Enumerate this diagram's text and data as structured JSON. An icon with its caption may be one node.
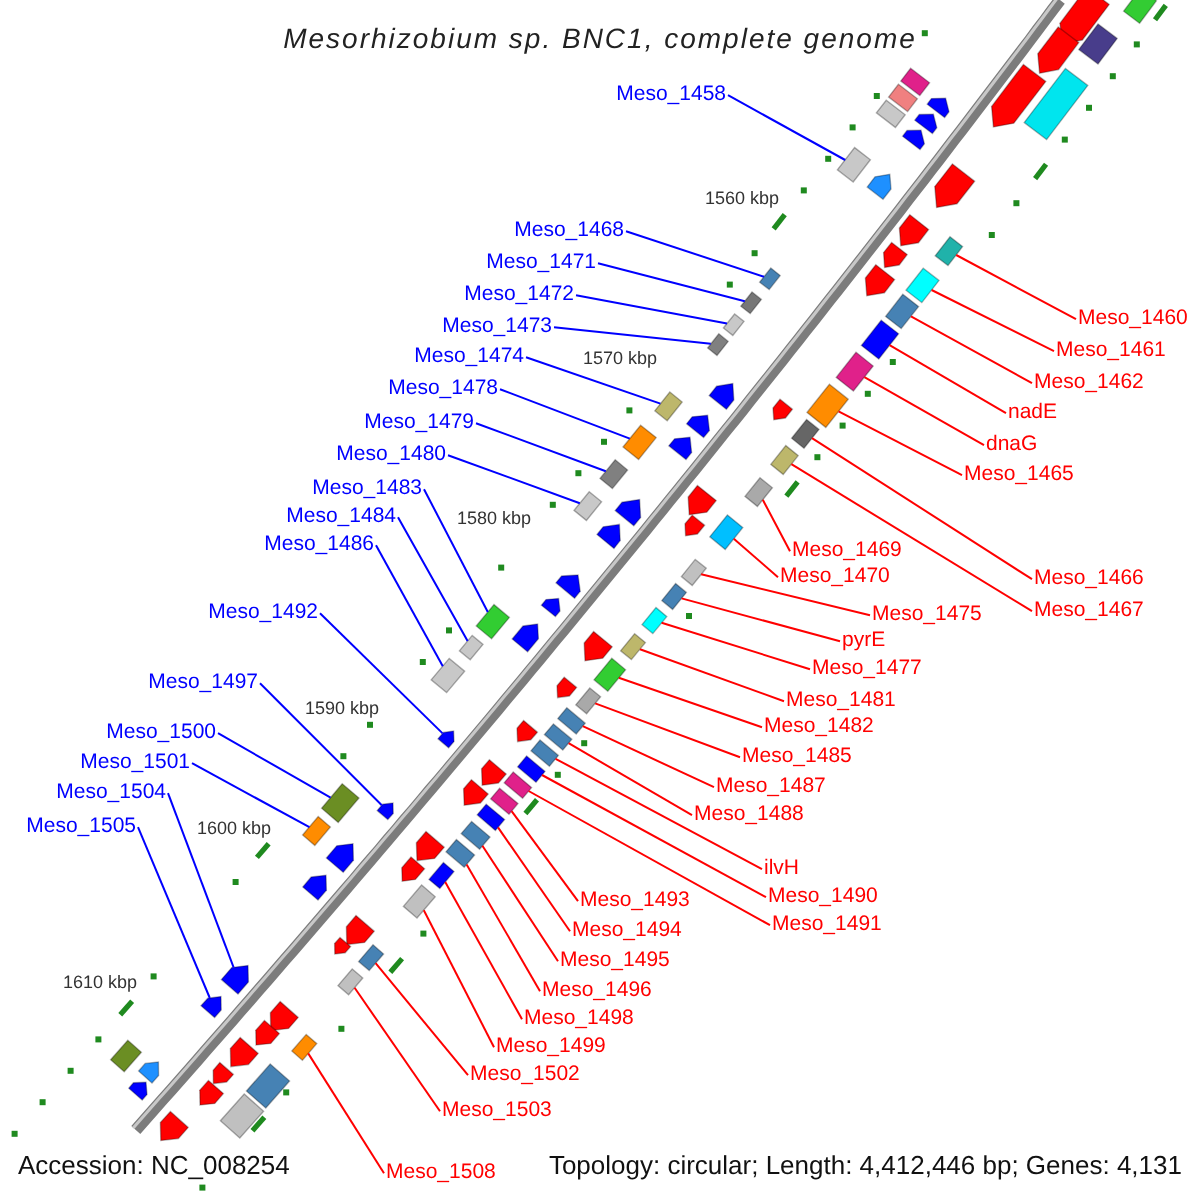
{
  "diagram": {
    "title": "Mesorhizobium sp. BNC1, complete genome",
    "nodes": [
      {
        "text": [
          "Meso_1458"
        ]
      },
      {
        "text": [
          "Meso_1468"
        ]
      },
      {
        "text": [
          "Meso_1471"
        ]
      },
      {
        "text": [
          "Meso_1472"
        ]
      },
      {
        "text": [
          "Meso_1473"
        ]
      },
      {
        "text": [
          "Meso_1474"
        ]
      },
      {
        "text": [
          "Meso_1478"
        ]
      },
      {
        "text": [
          "Meso_1479"
        ]
      },
      {
        "text": [
          "Meso_1480"
        ]
      },
      {
        "text": [
          "Meso_1483"
        ]
      },
      {
        "text": [
          "Meso_1484"
        ]
      },
      {
        "text": [
          "Meso_1486"
        ]
      },
      {
        "text": [
          "Meso_1492"
        ]
      },
      {
        "text": [
          "Meso_1497"
        ]
      },
      {
        "text": [
          "Meso_1500"
        ]
      },
      {
        "text": [
          "Meso_1501"
        ]
      },
      {
        "text": [
          "Meso_1504"
        ]
      },
      {
        "text": [
          "Meso_1505"
        ]
      },
      {
        "text": [
          "Meso_1460"
        ]
      },
      {
        "text": [
          "Meso_1461"
        ]
      },
      {
        "text": [
          "Meso_1462"
        ]
      },
      {
        "text": [
          "nadE"
        ]
      },
      {
        "text": [
          "dnaG"
        ]
      },
      {
        "text": [
          "Meso_1465"
        ]
      },
      {
        "text": [
          "Meso_1469"
        ]
      },
      {
        "text": [
          "Meso_1470"
        ]
      },
      {
        "text": [
          "Meso_1466"
        ]
      },
      {
        "text": [
          "Meso_1475"
        ]
      },
      {
        "text": [
          "Meso_1467"
        ]
      },
      {
        "text": [
          "pyrE"
        ]
      },
      {
        "text": [
          "Meso_1477"
        ]
      },
      {
        "text": [
          "Meso_1481"
        ]
      },
      {
        "text": [
          "Meso_1482"
        ]
      },
      {
        "text": [
          "Meso_1485"
        ]
      },
      {
        "text": [
          "Meso_1487"
        ]
      },
      {
        "text": [
          "Meso_1488"
        ]
      },
      {
        "text": [
          "Meso_1493"
        ]
      },
      {
        "text": [
          "ilvH"
        ]
      },
      {
        "text": [
          "Meso_1494"
        ]
      },
      {
        "text": [
          "Meso_1490"
        ]
      },
      {
        "text": [
          "Meso_1495"
        ]
      },
      {
        "text": [
          "Meso_1491"
        ]
      },
      {
        "text": [
          "Meso_1496"
        ]
      },
      {
        "text": [
          "Meso_1498"
        ]
      },
      {
        "text": [
          "Meso_1499"
        ]
      },
      {
        "text": [
          "Meso_1502"
        ]
      },
      {
        "text": [
          "Meso_1503"
        ]
      },
      {
        "text": [
          "Meso_1508"
        ]
      },
      {
        "text": [],
        "shape": "box"
      },
      {
        "text": [],
        "shape": "box"
      },
      {
        "text": [],
        "shape": "arrow"
      },
      {
        "text": [],
        "shape": "box"
      },
      {
        "text": [],
        "shape": "arrow"
      },
      {
        "text": [],
        "shape": "arrow"
      },
      {
        "text": [],
        "shape": "box"
      },
      {
        "text": [],
        "shape": "arrow"
      },
      {
        "text": [],
        "shape": "box"
      },
      {
        "text": [],
        "shape": "box"
      },
      {
        "text": [],
        "shape": "box"
      },
      {
        "text": [],
        "shape": "box"
      },
      {
        "text": [],
        "shape": "box"
      },
      {
        "text": [],
        "shape": "box"
      },
      {
        "text": [],
        "shape": "box"
      },
      {
        "text": [],
        "shape": "box"
      },
      {
        "text": [],
        "shape": "box"
      },
      {
        "text": [],
        "shape": "arrow"
      },
      {
        "text": [],
        "shape": "box"
      },
      {
        "text": [],
        "shape": "box"
      },
      {
        "text": [],
        "shape": "arrow"
      },
      {
        "text": [],
        "shape": "box"
      },
      {
        "text": [],
        "shape": "box"
      },
      {
        "text": [],
        "shape": "arrow"
      },
      {
        "text": [],
        "shape": "box"
      },
      {
        "text": [],
        "shape": "box"
      },
      {
        "text": [],
        "shape": "box"
      },
      {
        "text": [],
        "shape": "box"
      },
      {
        "text": [],
        "shape": "arrow"
      },
      {
        "text": [],
        "shape": "box"
      },
      {
        "text": [],
        "shape": "arrow"
      },
      {
        "text": [],
        "shape": "box"
      },
      {
        "text": [],
        "shape": "arrow"
      },
      {
        "text": [],
        "shape": "box"
      },
      {
        "text": [],
        "shape": "arrow"
      },
      {
        "text": [],
        "shape": "box"
      },
      {
        "text": [],
        "shape": "box"
      },
      {
        "text": [],
        "shape": "arrow"
      },
      {
        "text": [],
        "shape": "box"
      },
      {
        "text": [],
        "shape": "box"
      },
      {
        "text": [],
        "shape": "box"
      },
      {
        "text": [],
        "shape": "box"
      },
      {
        "text": [],
        "shape": "box"
      },
      {
        "text": [],
        "shape": "box"
      },
      {
        "text": [],
        "shape": "box"
      },
      {
        "text": [],
        "shape": "arrow"
      },
      {
        "text": [],
        "shape": "box"
      },
      {
        "text": [],
        "shape": "box"
      },
      {
        "text": [],
        "shape": "box"
      },
      {
        "text": [],
        "shape": "box"
      },
      {
        "text": [],
        "shape": "box"
      },
      {
        "text": [],
        "shape": "arrow"
      },
      {
        "text": [],
        "shape": "box"
      },
      {
        "text": [],
        "shape": "box"
      },
      {
        "text": [],
        "shape": "box"
      },
      {
        "text": [],
        "shape": "box"
      },
      {
        "text": [],
        "shape": "arrow"
      },
      {
        "text": [],
        "shape": "box"
      },
      {
        "text": [],
        "shape": "arrow"
      },
      {
        "text": [],
        "shape": "box"
      },
      {
        "text": [],
        "shape": "box"
      },
      {
        "text": [],
        "shape": "arrow"
      },
      {
        "text": [],
        "shape": "box"
      },
      {
        "text": [],
        "shape": "arrow"
      },
      {
        "text": [],
        "shape": "box"
      },
      {
        "text": [],
        "shape": "arrow"
      },
      {
        "text": [],
        "shape": "arrow"
      }
    ],
    "edges": [
      {
        "from": 0,
        "to": 54,
        "arrow": "none",
        "color": "#0000ff"
      },
      {
        "from": 1,
        "to": 57,
        "arrow": "none",
        "color": "#0000ff"
      },
      {
        "from": 2,
        "to": 59,
        "arrow": "none",
        "color": "#0000ff"
      },
      {
        "from": 3,
        "to": 61,
        "arrow": "none",
        "color": "#0000ff"
      },
      {
        "from": 4,
        "to": 63,
        "arrow": "none",
        "color": "#0000ff"
      },
      {
        "from": 5,
        "to": 67,
        "arrow": "none",
        "color": "#0000ff"
      },
      {
        "from": 6,
        "to": 70,
        "arrow": "none",
        "color": "#0000ff"
      },
      {
        "from": 7,
        "to": 73,
        "arrow": "none",
        "color": "#0000ff"
      },
      {
        "from": 8,
        "to": 75,
        "arrow": "none",
        "color": "#0000ff"
      },
      {
        "from": 9,
        "to": 84,
        "arrow": "none",
        "color": "#0000ff"
      },
      {
        "from": 10,
        "to": 87,
        "arrow": "none",
        "color": "#0000ff"
      },
      {
        "from": 11,
        "to": 89,
        "arrow": "none",
        "color": "#0000ff"
      },
      {
        "from": 12,
        "to": 93,
        "arrow": "none",
        "color": "#0000ff"
      },
      {
        "from": 13,
        "to": 99,
        "arrow": "none",
        "color": "#0000ff"
      },
      {
        "from": 14,
        "to": 98,
        "arrow": "none",
        "color": "#0000ff"
      },
      {
        "from": 15,
        "to": 101,
        "arrow": "none",
        "color": "#0000ff"
      },
      {
        "from": 16,
        "to": 109,
        "arrow": "none",
        "color": "#0000ff"
      },
      {
        "from": 17,
        "to": 111,
        "arrow": "none",
        "color": "#0000ff"
      },
      {
        "from": 18,
        "to": 56,
        "arrow": "none"
      },
      {
        "from": 19,
        "to": 58,
        "arrow": "none"
      },
      {
        "from": 20,
        "to": 60,
        "arrow": "none"
      },
      {
        "from": 21,
        "to": 62,
        "arrow": "none"
      },
      {
        "from": 22,
        "to": 64,
        "arrow": "none"
      },
      {
        "from": 23,
        "to": 66,
        "arrow": "none"
      },
      {
        "from": 24,
        "to": 74,
        "arrow": "none"
      },
      {
        "from": 25,
        "to": 77,
        "arrow": "none"
      },
      {
        "from": 26,
        "to": 69,
        "arrow": "none"
      },
      {
        "from": 27,
        "to": 79,
        "arrow": "none"
      },
      {
        "from": 28,
        "to": 72,
        "arrow": "none"
      },
      {
        "from": 29,
        "to": 81,
        "arrow": "none"
      },
      {
        "from": 30,
        "to": 83,
        "arrow": "none"
      },
      {
        "from": 31,
        "to": 86,
        "arrow": "none"
      },
      {
        "from": 32,
        "to": 88,
        "arrow": "none"
      },
      {
        "from": 33,
        "to": 90,
        "arrow": "none"
      },
      {
        "from": 34,
        "to": 91,
        "arrow": "none"
      },
      {
        "from": 35,
        "to": 92,
        "arrow": "none"
      },
      {
        "from": 36,
        "to": 97,
        "arrow": "none"
      },
      {
        "from": 37,
        "to": 94,
        "arrow": "none"
      },
      {
        "from": 38,
        "to": 100,
        "arrow": "none"
      },
      {
        "from": 39,
        "to": 95,
        "arrow": "none"
      },
      {
        "from": 40,
        "to": 102,
        "arrow": "none"
      },
      {
        "from": 41,
        "to": 96,
        "arrow": "none"
      },
      {
        "from": 42,
        "to": 103,
        "arrow": "none"
      },
      {
        "from": 43,
        "to": 105,
        "arrow": "none"
      },
      {
        "from": 44,
        "to": 107,
        "arrow": "none"
      },
      {
        "from": 45,
        "to": 108,
        "arrow": "none"
      },
      {
        "from": 46,
        "to": 110,
        "arrow": "none"
      },
      {
        "from": 47,
        "to": 112,
        "arrow": "none"
      }
    ],
    "labels": [
      "1560 kbp",
      "1570 kbp",
      "1580 kbp",
      "1590 kbp",
      "1600 kbp",
      "1610 kbp",
      "Accession: NC_008254",
      "Topology: circular; Length: 4,412,446 bp; Genes: 4,131"
    ]
  }
}
